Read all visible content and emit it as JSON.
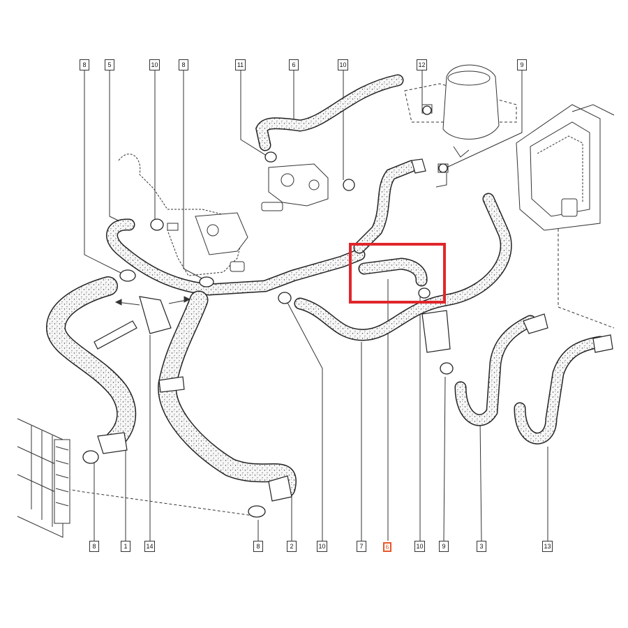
{
  "callouts_top": [
    "8",
    "5",
    "10",
    "8",
    "11",
    "6",
    "10",
    "12",
    "9"
  ],
  "callouts_bottom": [
    "8",
    "1",
    "14",
    "8",
    "2",
    "10",
    "7",
    "6",
    "10",
    "9",
    "3",
    "13"
  ],
  "highlight_part": "6",
  "colors": {
    "highlight_box": "#e0262b",
    "highlight_label": "#e8562a",
    "line": "#222222",
    "hose_fill": "#f2f2f2"
  }
}
